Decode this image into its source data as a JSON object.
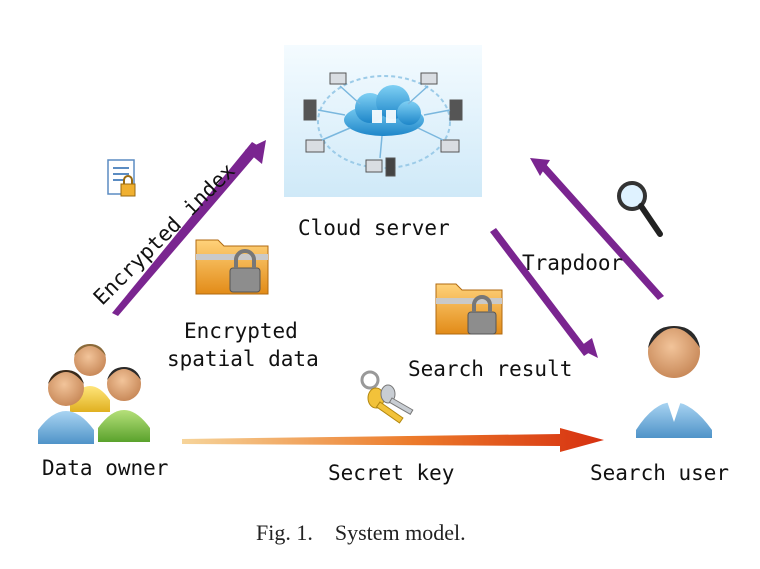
{
  "nodes": {
    "cloud_server": "Cloud server",
    "data_owner": "Data owner",
    "search_user": "Search user"
  },
  "edges": {
    "encrypted_index": "Encrypted index",
    "encrypted_spatial_data_line1": "Encrypted",
    "encrypted_spatial_data_line2": "spatial data",
    "trapdoor": "Trapdoor",
    "search_result": "Search result",
    "secret_key": "Secret key"
  },
  "caption": "Fig. 1.    System model.",
  "colors": {
    "purple_arrow": "#7a2590",
    "key_arrow_start": "#f3c27a",
    "key_arrow_end": "#d9360f",
    "cloud_blue": "#3aa6dc",
    "folder_orange": "#f0a32a"
  },
  "icons": {
    "cloud": "cloud-network-icon",
    "document": "locked-document-icon",
    "folder": "locked-folder-icon",
    "magnifier": "magnifier-icon",
    "keys": "keys-icon",
    "owners": "user-group-icon",
    "user": "single-user-icon"
  }
}
